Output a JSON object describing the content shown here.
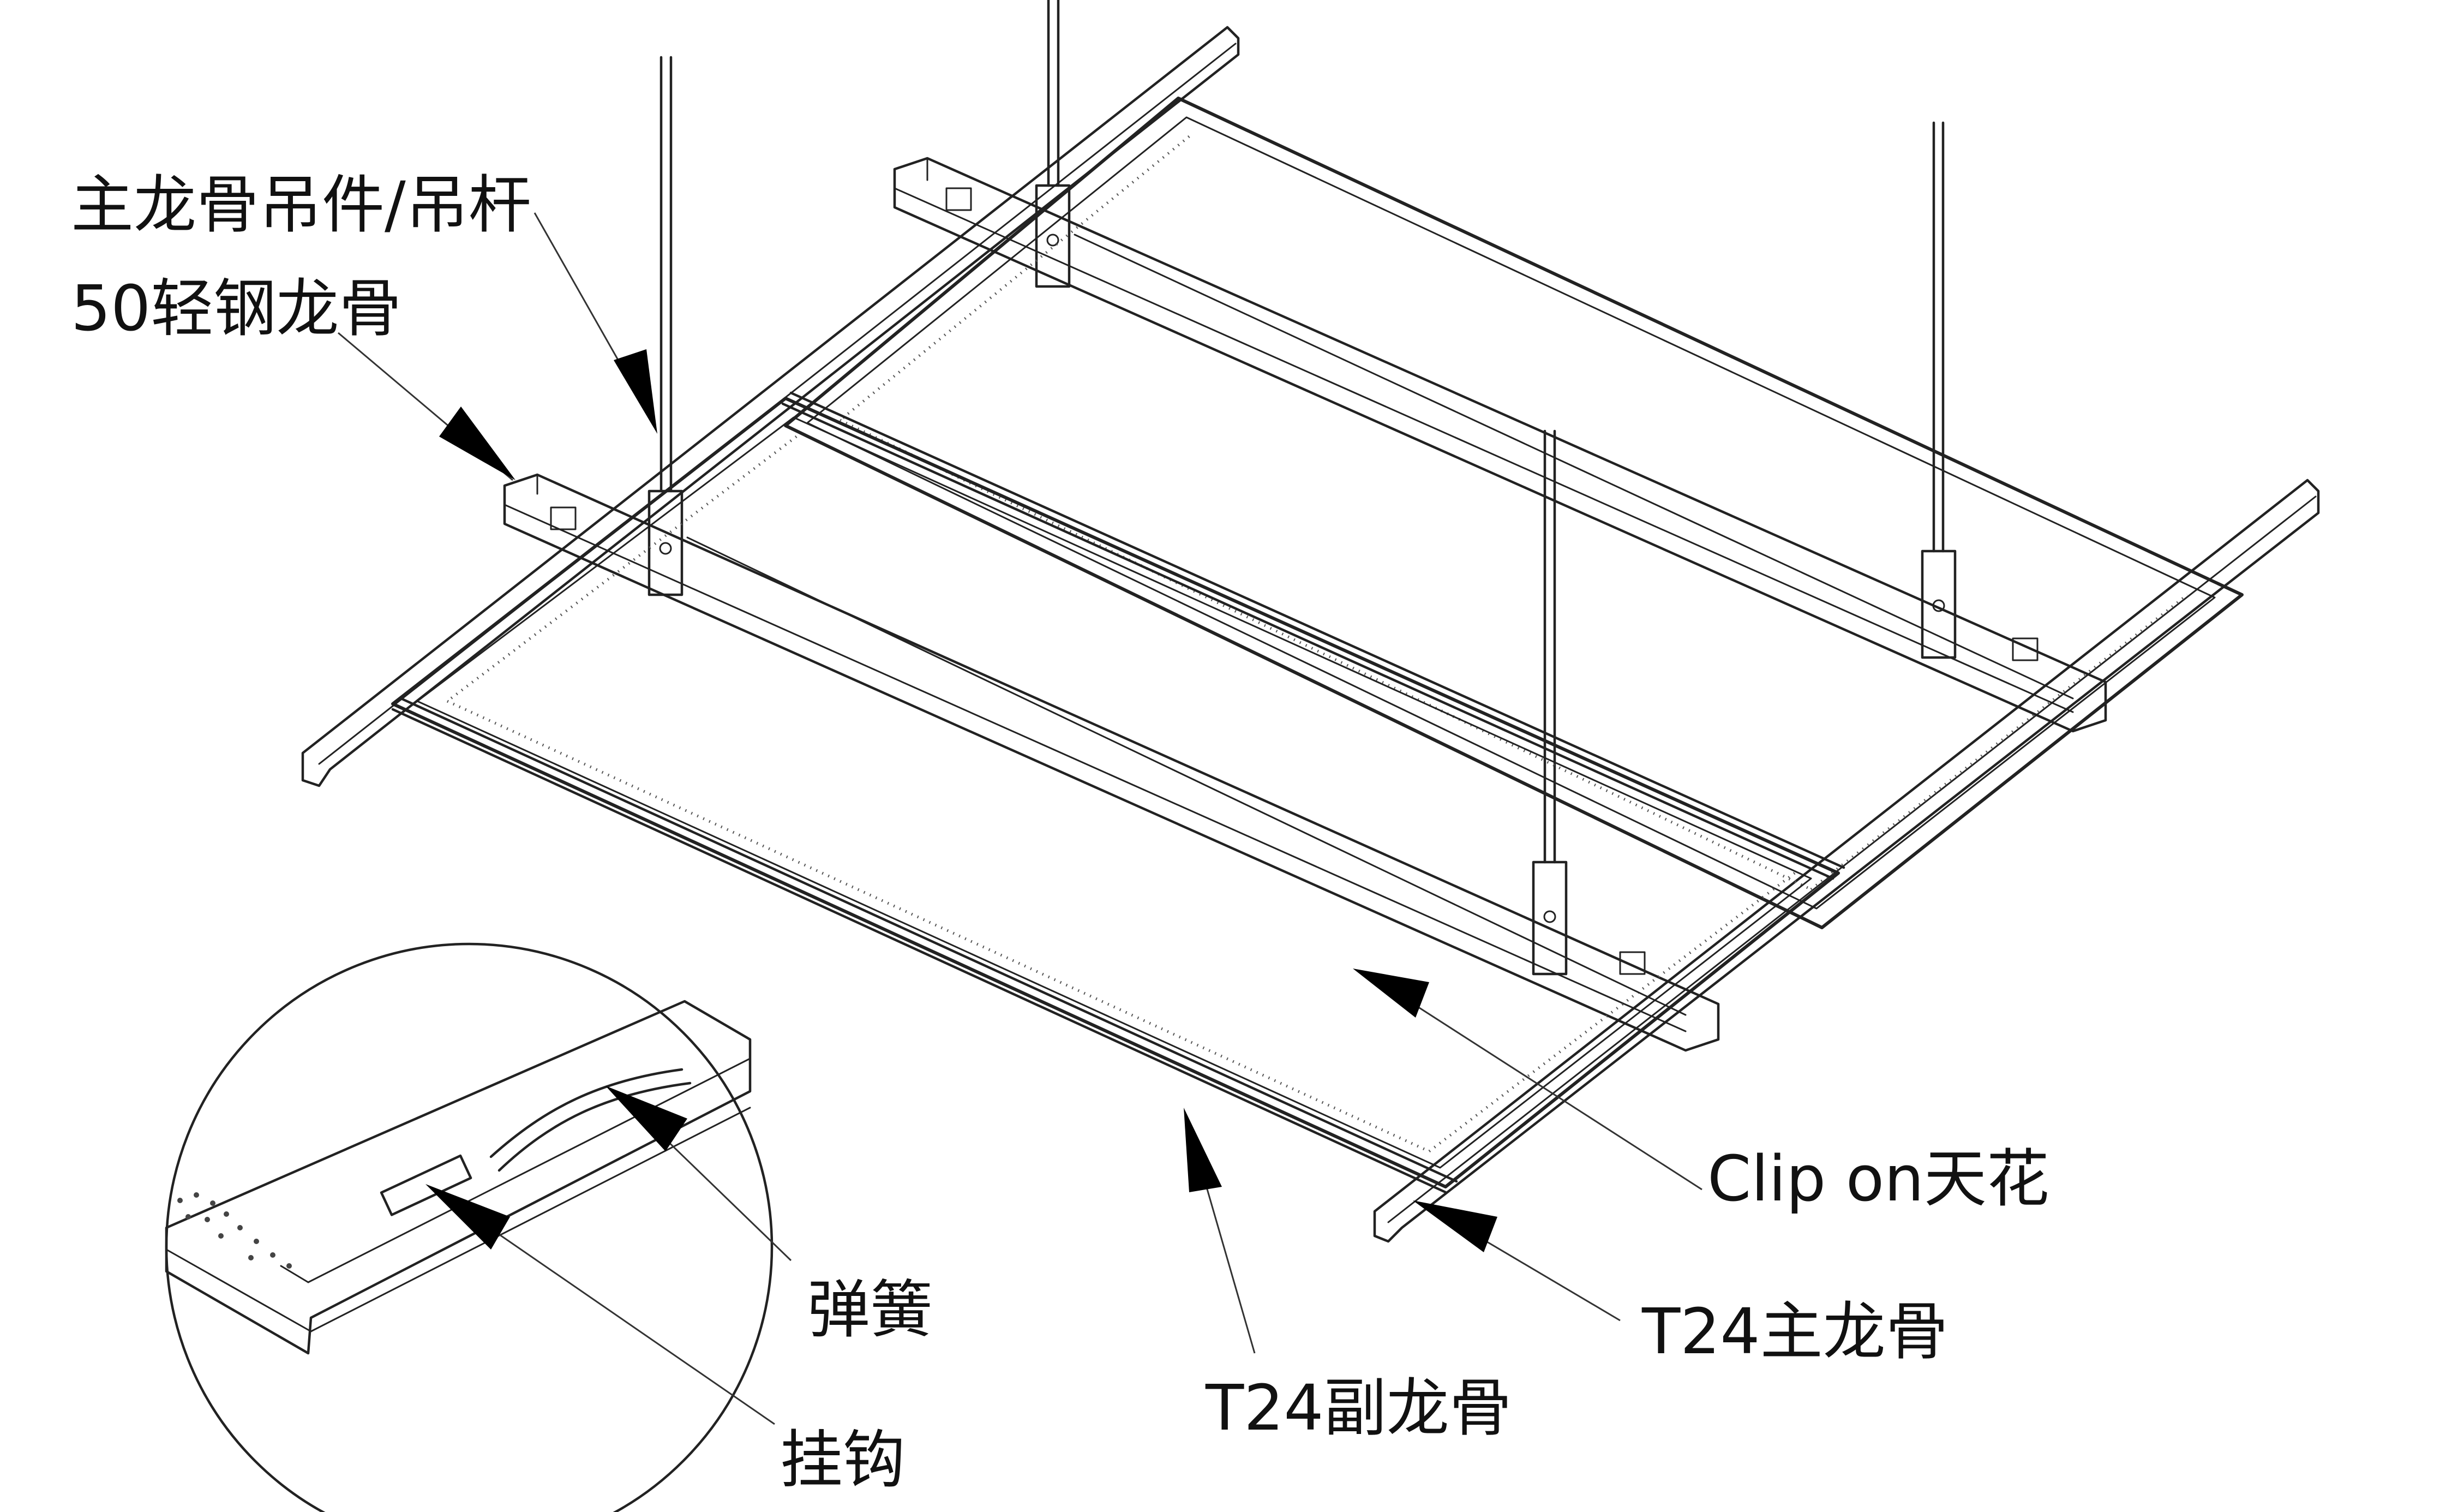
{
  "labels": {
    "hanger": "主龙骨吊件/吊杆",
    "light_steel": "50轻钢龙骨",
    "clip_on": "Clip on天花",
    "t24_main": "T24主龙骨",
    "t24_sub": "T24副龙骨",
    "spring": "弹簧",
    "hook": "挂钩"
  },
  "colors": {
    "line": "#222222",
    "background": "#ffffff",
    "arrow": "#000000"
  }
}
